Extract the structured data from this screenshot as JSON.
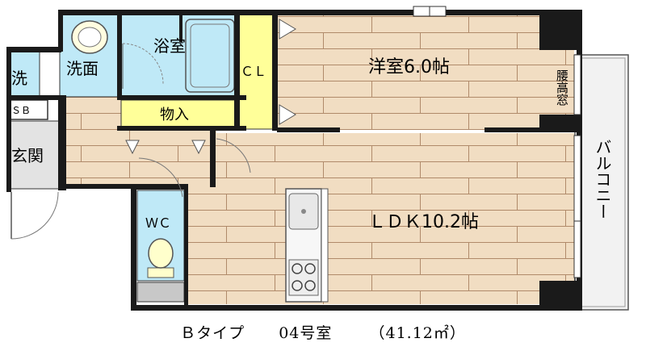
{
  "rooms": {
    "bath": "浴室",
    "washroom": "洗面",
    "laundry": "洗",
    "storage": "物入",
    "closet": "ＣＬ",
    "western_room": "洋室6.0帖",
    "shoe_box": "ＳＢ",
    "entrance": "玄関",
    "toilet": "ＷＣ",
    "ldk": "ＬＤＫ10.2帖",
    "waist_window": "腰高窓",
    "balcony": "バルコニー"
  },
  "caption": {
    "type": "Ｂタイプ",
    "unit": "04号室",
    "area": "（41.12㎡）"
  },
  "colors": {
    "wall": "#1a1a1a",
    "floor_wood": "#f1ddc2",
    "floor_line": "#b08a6a",
    "bath": "#bfe9f7",
    "storage": "#ffff99",
    "balcony": "#f2f2f2"
  }
}
